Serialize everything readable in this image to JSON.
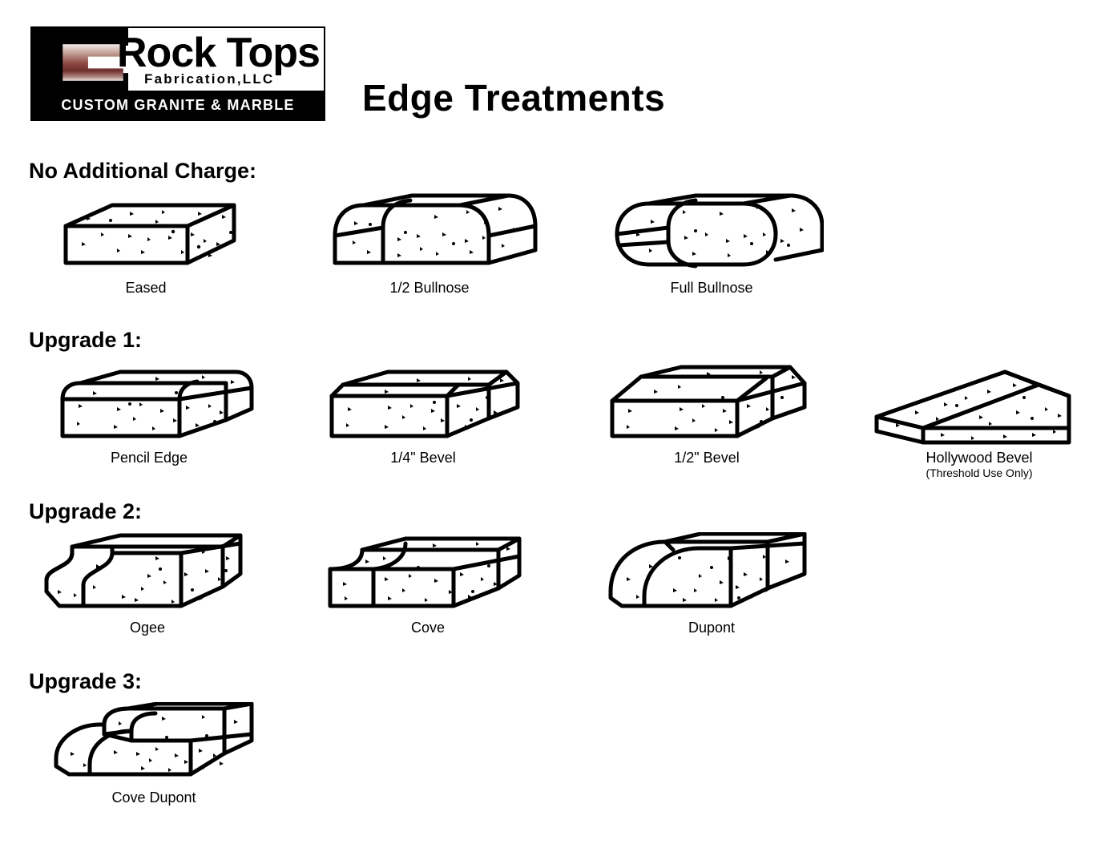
{
  "logo": {
    "wordmark": "Rock Tops",
    "sub": "Fabrication,LLC",
    "band": "CUSTOM GRANITE & MARBLE",
    "mark_icon": "granite-slab-icon",
    "colors": {
      "band_bg": "#000000",
      "band_text": "#ffffff",
      "slab": "#8d4a44"
    }
  },
  "header": {
    "title": "Edge Treatments"
  },
  "sections": [
    {
      "title": "No Additional Charge:",
      "items": [
        {
          "label": "Eased",
          "sub": "",
          "shape": "eased"
        },
        {
          "label": "1/2 Bullnose",
          "sub": "",
          "shape": "half-bullnose"
        },
        {
          "label": "Full Bullnose",
          "sub": "",
          "shape": "full-bullnose"
        }
      ]
    },
    {
      "title": "Upgrade 1:",
      "items": [
        {
          "label": "Pencil Edge",
          "sub": "",
          "shape": "pencil-edge"
        },
        {
          "label": "1/4\" Bevel",
          "sub": "",
          "shape": "quarter-bevel"
        },
        {
          "label": "1/2\" Bevel",
          "sub": "",
          "shape": "half-bevel"
        },
        {
          "label": "Hollywood Bevel",
          "sub": "(Threshold Use Only)",
          "shape": "hollywood-bevel"
        }
      ]
    },
    {
      "title": "Upgrade 2:",
      "items": [
        {
          "label": "Ogee",
          "sub": "",
          "shape": "ogee"
        },
        {
          "label": "Cove",
          "sub": "",
          "shape": "cove"
        },
        {
          "label": "Dupont",
          "sub": "",
          "shape": "dupont"
        }
      ]
    },
    {
      "title": "Upgrade 3:",
      "items": [
        {
          "label": "Cove Dupont",
          "sub": "",
          "shape": "cove-dupont"
        }
      ]
    }
  ]
}
